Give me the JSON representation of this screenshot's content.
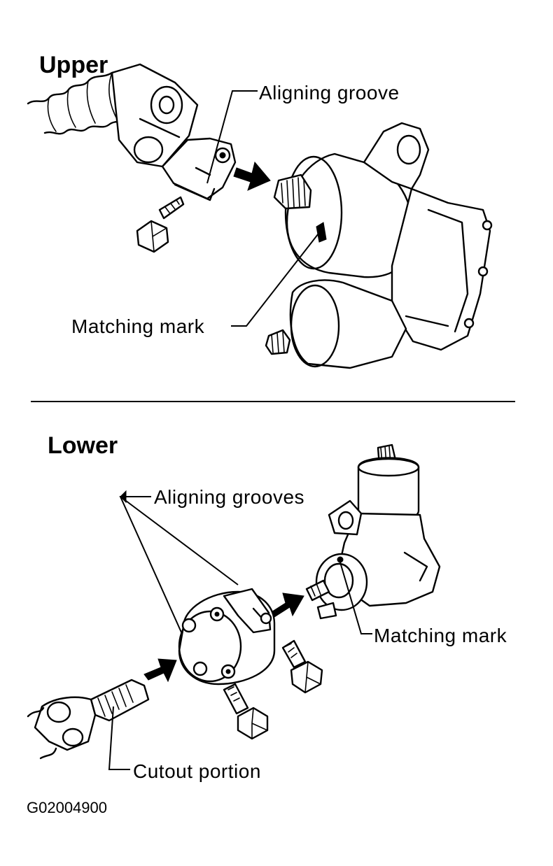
{
  "upper": {
    "heading": "Upper",
    "aligning_groove_label": "Aligning groove",
    "matching_mark_label": "Matching mark"
  },
  "lower": {
    "heading": "Lower",
    "aligning_grooves_label": "Aligning grooves",
    "matching_mark_label": "Matching mark",
    "cutout_label": "Cutout portion"
  },
  "figure_code": "G02004900"
}
